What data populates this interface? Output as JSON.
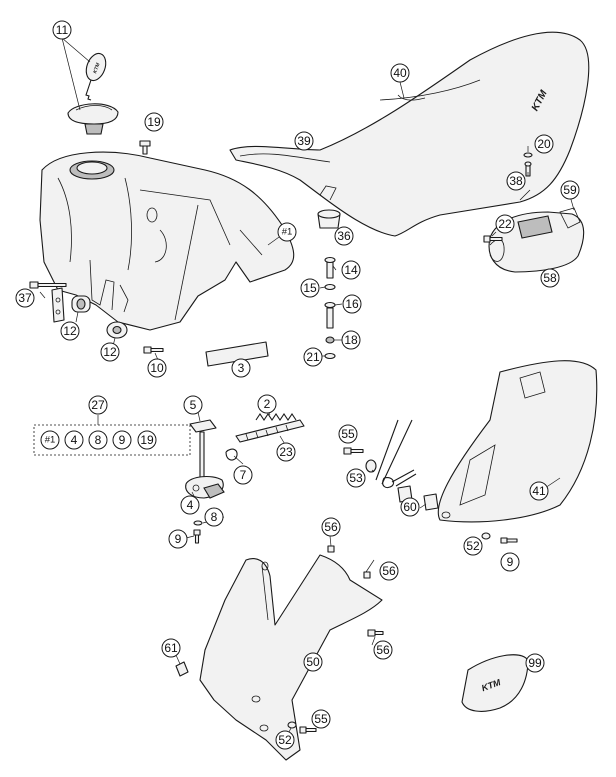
{
  "callouts": [
    {
      "id": "c11",
      "label": "11"
    },
    {
      "id": "c19a",
      "label": "19"
    },
    {
      "id": "c40",
      "label": "40"
    },
    {
      "id": "c39",
      "label": "39"
    },
    {
      "id": "c20",
      "label": "20"
    },
    {
      "id": "c38",
      "label": "38"
    },
    {
      "id": "c59",
      "label": "59"
    },
    {
      "id": "c22",
      "label": "22"
    },
    {
      "id": "c58",
      "label": "58"
    },
    {
      "id": "chash1a",
      "label": "#1"
    },
    {
      "id": "c36",
      "label": "36"
    },
    {
      "id": "c14",
      "label": "14"
    },
    {
      "id": "c15",
      "label": "15"
    },
    {
      "id": "c16",
      "label": "16"
    },
    {
      "id": "c18",
      "label": "18"
    },
    {
      "id": "c21",
      "label": "21"
    },
    {
      "id": "c37",
      "label": "37"
    },
    {
      "id": "c12a",
      "label": "12"
    },
    {
      "id": "c12b",
      "label": "12"
    },
    {
      "id": "c10",
      "label": "10"
    },
    {
      "id": "c3",
      "label": "3"
    },
    {
      "id": "c27",
      "label": "27"
    },
    {
      "id": "chash1b",
      "label": "#1"
    },
    {
      "id": "c4a",
      "label": "4"
    },
    {
      "id": "c8a",
      "label": "8"
    },
    {
      "id": "c9a",
      "label": "9"
    },
    {
      "id": "c19b",
      "label": "19"
    },
    {
      "id": "c5",
      "label": "5"
    },
    {
      "id": "c2",
      "label": "2"
    },
    {
      "id": "c23",
      "label": "23"
    },
    {
      "id": "c7",
      "label": "7"
    },
    {
      "id": "c4b",
      "label": "4"
    },
    {
      "id": "c8b",
      "label": "8"
    },
    {
      "id": "c9b",
      "label": "9"
    },
    {
      "id": "c55a",
      "label": "55"
    },
    {
      "id": "c53",
      "label": "53"
    },
    {
      "id": "c60",
      "label": "60"
    },
    {
      "id": "c41",
      "label": "41"
    },
    {
      "id": "c52a",
      "label": "52"
    },
    {
      "id": "c9c",
      "label": "9"
    },
    {
      "id": "c56a",
      "label": "56"
    },
    {
      "id": "c56b",
      "label": "56"
    },
    {
      "id": "c56c",
      "label": "56"
    },
    {
      "id": "c61",
      "label": "61"
    },
    {
      "id": "c50",
      "label": "50"
    },
    {
      "id": "c99",
      "label": "99"
    },
    {
      "id": "c55b",
      "label": "55"
    },
    {
      "id": "c52b",
      "label": "52"
    }
  ],
  "logos": {
    "seat": "KTM",
    "key": "KTM",
    "sticker": "KTM"
  },
  "colors": {
    "line": "#1a1a1a",
    "part_fill": "#f2f2f2",
    "background": "#ffffff"
  }
}
